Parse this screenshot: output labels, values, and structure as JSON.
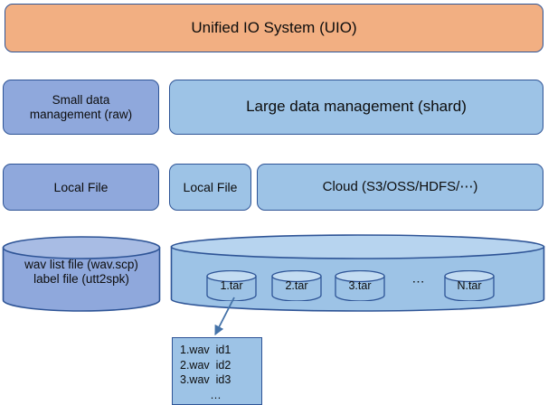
{
  "diagram": {
    "title_layer": {
      "label": "Unified IO System (UIO)",
      "color": "#F2AF82"
    },
    "management_layer": [
      {
        "label": "Small data\nmanagement (raw)",
        "color": "#8FA8DC"
      },
      {
        "label": "Large data management (shard)",
        "color": "#9DC3E6"
      }
    ],
    "storage_layer": [
      {
        "label": "Local File",
        "color": "#8FA8DC"
      },
      {
        "label": "Local File",
        "color": "#9DC3E6"
      },
      {
        "label": "Cloud (S3/OSS/HDFS/⋯)",
        "color": "#9DC3E6"
      }
    ],
    "data_layer": {
      "left_cylinder": {
        "label": "wav list file (wav.scp)\nlabel file (utt2spk)",
        "color": "#8FA8DC"
      },
      "right_cylinder": {
        "color": "#9DC3E6",
        "shards": [
          {
            "label": "1.tar"
          },
          {
            "label": "2.tar"
          },
          {
            "label": "3.tar"
          },
          {
            "label": "N.tar"
          }
        ],
        "ellipsis": "⋯"
      }
    },
    "detail_box": {
      "color": "#9DC3E6",
      "lines": [
        "1.wav  id1",
        "2.wav  id2",
        "3.wav  id3"
      ],
      "ellipsis": "…"
    },
    "border_color": "#2E5496"
  }
}
